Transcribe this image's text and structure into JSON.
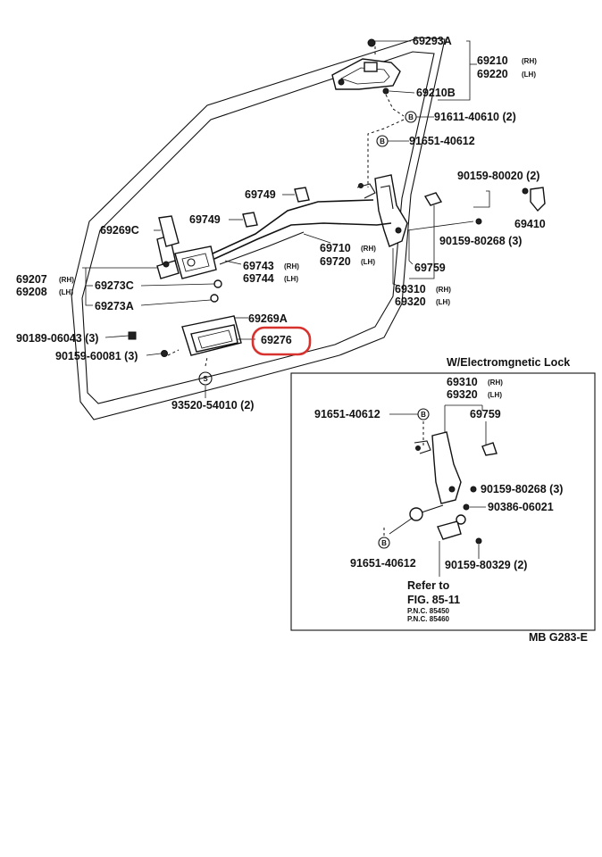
{
  "labels": {
    "p69293A": "69293A",
    "p69210": "69210",
    "p69220": "69220",
    "p69210B": "69210B",
    "p91611_40610": "91611-40610 (2)",
    "p91651_40612_top": "91651-40612",
    "p90159_80020": "90159-80020 (2)",
    "p69749_top": "69749",
    "p69749_mid": "69749",
    "p69410": "69410",
    "p69269C": "69269C",
    "p90159_80268": "90159-80268 (3)",
    "p69710": "69710",
    "p69720": "69720",
    "p69759": "69759",
    "p69743": "69743",
    "p69744": "69744",
    "p69207": "69207",
    "p69208": "69208",
    "p69273C": "69273C",
    "p69273A": "69273A",
    "p69310": "69310",
    "p69320": "69320",
    "p69269A": "69269A",
    "p69276": "69276",
    "p90189_06043": "90189-06043 (3)",
    "p90159_60081": "90159-60081 (3)",
    "p93520_54010": "93520-54010 (2)"
  },
  "suffix": {
    "rh": "(RH)",
    "lh": "(LH)"
  },
  "badges": {
    "b": "B",
    "s": "S"
  },
  "inset": {
    "title": "W/Electromgnetic Lock",
    "p69310": "69310",
    "p69320": "69320",
    "p91651_40612_a": "91651-40612",
    "p69759": "69759",
    "p90159_80268": "90159-80268 (3)",
    "p90386_06021": "90386-06021",
    "p91651_40612_b": "91651-40612",
    "p90159_80329": "90159-80329 (2)",
    "refer1": "Refer to",
    "refer2": "FIG. 85-11",
    "pnc1": "P.N.C. 85450",
    "pnc2": "P.N.C. 85460"
  },
  "footer": {
    "code": "MB  G283-E"
  },
  "highlight": {
    "part": "69276",
    "color": "#d8322f"
  }
}
